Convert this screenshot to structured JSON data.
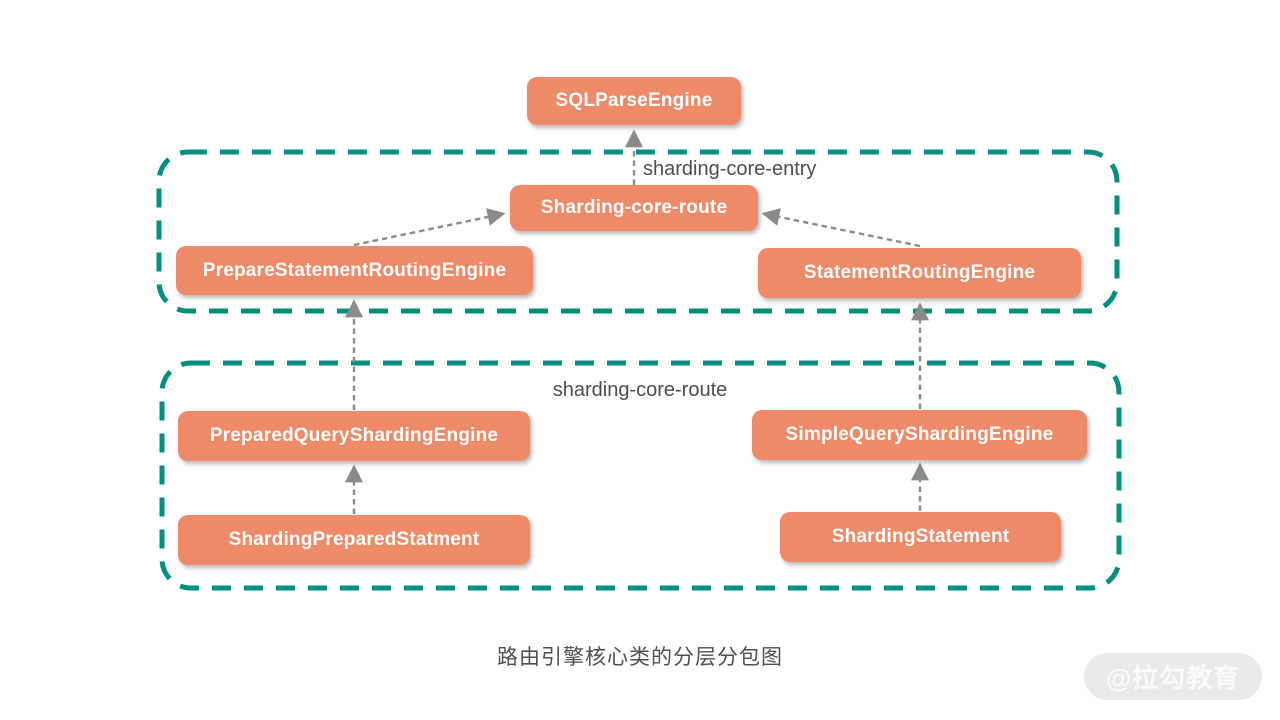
{
  "colors": {
    "node-fill": "#ee8a68",
    "node-text": "#ffffff",
    "container-stroke": "#028f7e",
    "arrow": "#8a8a8a",
    "label-text": "#4d4d4d",
    "caption-text": "#4f4f4f",
    "watermark-bg": "#e9e9e9",
    "watermark-text": "#fafafa"
  },
  "diagram": {
    "nodes": {
      "sql_parse_engine": {
        "label": "SQLParseEngine"
      },
      "sharding_core_route_node": {
        "label": "Sharding-core-route"
      },
      "prepare_statement_routing_engine": {
        "label": "PrepareStatementRoutingEngine"
      },
      "statement_routing_engine": {
        "label": "StatementRoutingEngine"
      },
      "prepared_query_sharding_engine": {
        "label": "PreparedQueryShardingEngine"
      },
      "simple_query_sharding_engine": {
        "label": "SimpleQueryShardingEngine"
      },
      "sharding_prepared_statment": {
        "label": "ShardingPreparedStatment"
      },
      "sharding_statement": {
        "label": "ShardingStatement"
      }
    },
    "containers": {
      "entry": {
        "label": "sharding-core-entry",
        "children": [
          "Sharding-core-route",
          "PrepareStatementRoutingEngine",
          "StatementRoutingEngine"
        ]
      },
      "route": {
        "label": "sharding-core-route",
        "children": [
          "PreparedQueryShardingEngine",
          "SimpleQueryShardingEngine",
          "ShardingPreparedStatment",
          "ShardingStatement"
        ]
      }
    },
    "edges": [
      {
        "from": "Sharding-core-route",
        "to": "SQLParseEngine"
      },
      {
        "from": "PrepareStatementRoutingEngine",
        "to": "Sharding-core-route"
      },
      {
        "from": "StatementRoutingEngine",
        "to": "Sharding-core-route"
      },
      {
        "from": "PreparedQueryShardingEngine",
        "to": "PrepareStatementRoutingEngine"
      },
      {
        "from": "SimpleQueryShardingEngine",
        "to": "StatementRoutingEngine"
      },
      {
        "from": "ShardingPreparedStatment",
        "to": "PreparedQueryShardingEngine"
      },
      {
        "from": "ShardingStatement",
        "to": "SimpleQueryShardingEngine"
      }
    ],
    "caption": "路由引擎核心类的分层分包图",
    "watermark": "@拉勾教育"
  }
}
